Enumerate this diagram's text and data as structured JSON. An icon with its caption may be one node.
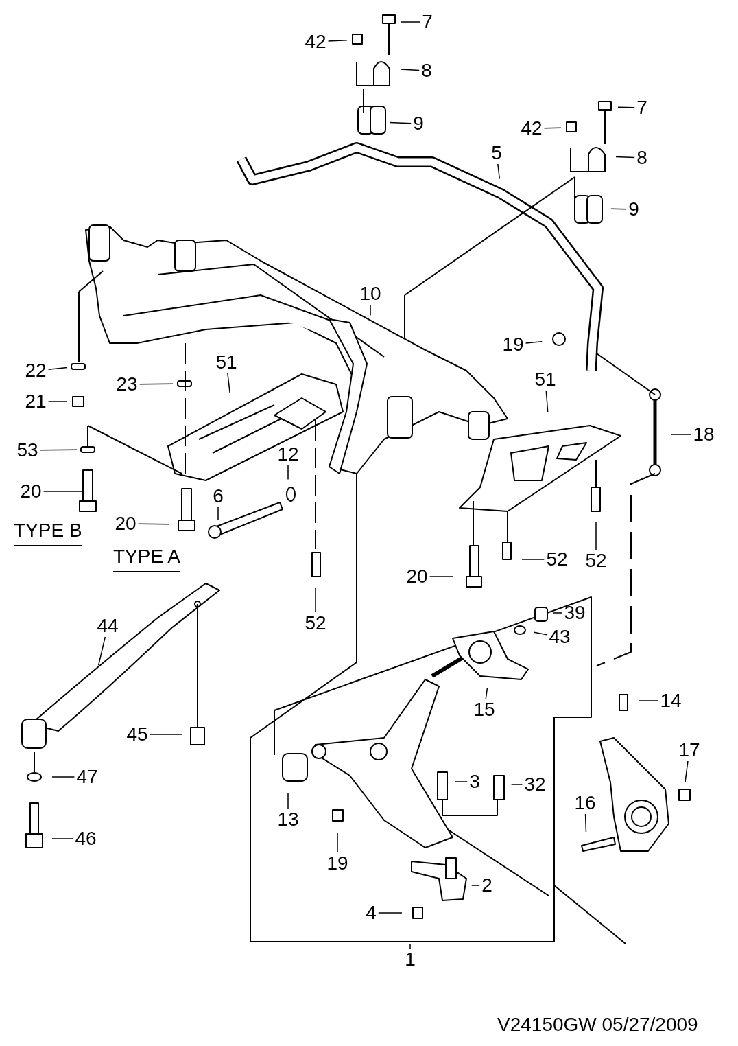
{
  "diagram": {
    "nodes": [
      {
        "text": [
          "7"
        ]
      },
      {
        "text": [
          "42"
        ]
      },
      {
        "text": [
          "8"
        ]
      },
      {
        "text": [
          "9"
        ]
      },
      {
        "text": [
          "7"
        ]
      },
      {
        "text": [
          "42"
        ]
      },
      {
        "text": [
          "8"
        ]
      },
      {
        "text": [
          "9"
        ]
      },
      {
        "text": [
          "5"
        ]
      },
      {
        "text": [
          "10"
        ]
      },
      {
        "text": [
          "19"
        ]
      },
      {
        "text": [
          "18"
        ]
      },
      {
        "text": [
          "51"
        ]
      },
      {
        "text": [
          "51"
        ]
      },
      {
        "text": [
          "22"
        ]
      },
      {
        "text": [
          "21"
        ]
      },
      {
        "text": [
          "23"
        ]
      },
      {
        "text": [
          "53"
        ]
      },
      {
        "text": [
          "20"
        ]
      },
      {
        "text": [
          "12"
        ]
      },
      {
        "text": [
          "6"
        ]
      },
      {
        "text": [
          "20"
        ]
      },
      {
        "text": [
          "52"
        ]
      },
      {
        "text": [
          "52"
        ]
      },
      {
        "text": [
          "20"
        ]
      },
      {
        "text": [
          "52"
        ]
      },
      {
        "text": [
          "44"
        ]
      },
      {
        "text": [
          "39"
        ]
      },
      {
        "text": [
          "43"
        ]
      },
      {
        "text": [
          "15"
        ]
      },
      {
        "text": [
          "14"
        ]
      },
      {
        "text": [
          "45"
        ]
      },
      {
        "text": [
          "47"
        ]
      },
      {
        "text": [
          "46"
        ]
      },
      {
        "text": [
          "13"
        ]
      },
      {
        "text": [
          "3"
        ]
      },
      {
        "text": [
          "32"
        ]
      },
      {
        "text": [
          "17"
        ]
      },
      {
        "text": [
          "16"
        ]
      },
      {
        "text": [
          "19"
        ]
      },
      {
        "text": [
          "2"
        ]
      },
      {
        "text": [
          "4"
        ]
      },
      {
        "text": [
          "1"
        ]
      }
    ],
    "edges": [
      {
        "from": 0,
        "to": null,
        "arrow": "none"
      },
      {
        "from": 1,
        "to": null,
        "arrow": "none"
      },
      {
        "from": 2,
        "to": null,
        "arrow": "none"
      },
      {
        "from": 3,
        "to": null,
        "arrow": "none"
      },
      {
        "from": 4,
        "to": null,
        "arrow": "none"
      },
      {
        "from": 5,
        "to": null,
        "arrow": "none"
      },
      {
        "from": 6,
        "to": null,
        "arrow": "none"
      },
      {
        "from": 7,
        "to": null,
        "arrow": "none"
      },
      {
        "from": 8,
        "to": null,
        "arrow": "none"
      },
      {
        "from": 9,
        "to": null,
        "arrow": "none"
      },
      {
        "from": 10,
        "to": null,
        "arrow": "none"
      },
      {
        "from": 11,
        "to": null,
        "arrow": "none"
      },
      {
        "from": 12,
        "to": null,
        "arrow": "none"
      },
      {
        "from": 13,
        "to": null,
        "arrow": "none"
      },
      {
        "from": 14,
        "to": null,
        "arrow": "none"
      },
      {
        "from": 15,
        "to": null,
        "arrow": "none"
      },
      {
        "from": 16,
        "to": null,
        "arrow": "none"
      },
      {
        "from": 17,
        "to": null,
        "arrow": "none"
      },
      {
        "from": 18,
        "to": null,
        "arrow": "none"
      },
      {
        "from": 19,
        "to": null,
        "arrow": "none"
      },
      {
        "from": 20,
        "to": null,
        "arrow": "none"
      },
      {
        "from": 21,
        "to": null,
        "arrow": "none"
      },
      {
        "from": 22,
        "to": null,
        "arrow": "none"
      },
      {
        "from": 23,
        "to": null,
        "arrow": "none"
      },
      {
        "from": 24,
        "to": null,
        "arrow": "none"
      },
      {
        "from": 25,
        "to": null,
        "arrow": "none"
      },
      {
        "from": 26,
        "to": null,
        "arrow": "none"
      },
      {
        "from": 27,
        "to": null,
        "arrow": "none"
      },
      {
        "from": 28,
        "to": null,
        "arrow": "none"
      },
      {
        "from": 29,
        "to": null,
        "arrow": "none"
      },
      {
        "from": 30,
        "to": null,
        "arrow": "none"
      },
      {
        "from": 31,
        "to": null,
        "arrow": "none"
      },
      {
        "from": 32,
        "to": null,
        "arrow": "none"
      },
      {
        "from": 33,
        "to": null,
        "arrow": "none"
      },
      {
        "from": 34,
        "to": null,
        "arrow": "none"
      },
      {
        "from": 35,
        "to": null,
        "arrow": "none"
      },
      {
        "from": 36,
        "to": null,
        "arrow": "none"
      },
      {
        "from": 37,
        "to": null,
        "arrow": "none"
      },
      {
        "from": 38,
        "to": null,
        "arrow": "none"
      },
      {
        "from": 39,
        "to": null,
        "arrow": "none"
      },
      {
        "from": 40,
        "to": null,
        "arrow": "none"
      },
      {
        "from": 41,
        "to": null,
        "arrow": "none"
      },
      {
        "from": 42,
        "to": null,
        "arrow": "none"
      }
    ],
    "labels": [
      "TYPE B",
      "TYPE A",
      "V24150GW 05/27/2009"
    ]
  }
}
